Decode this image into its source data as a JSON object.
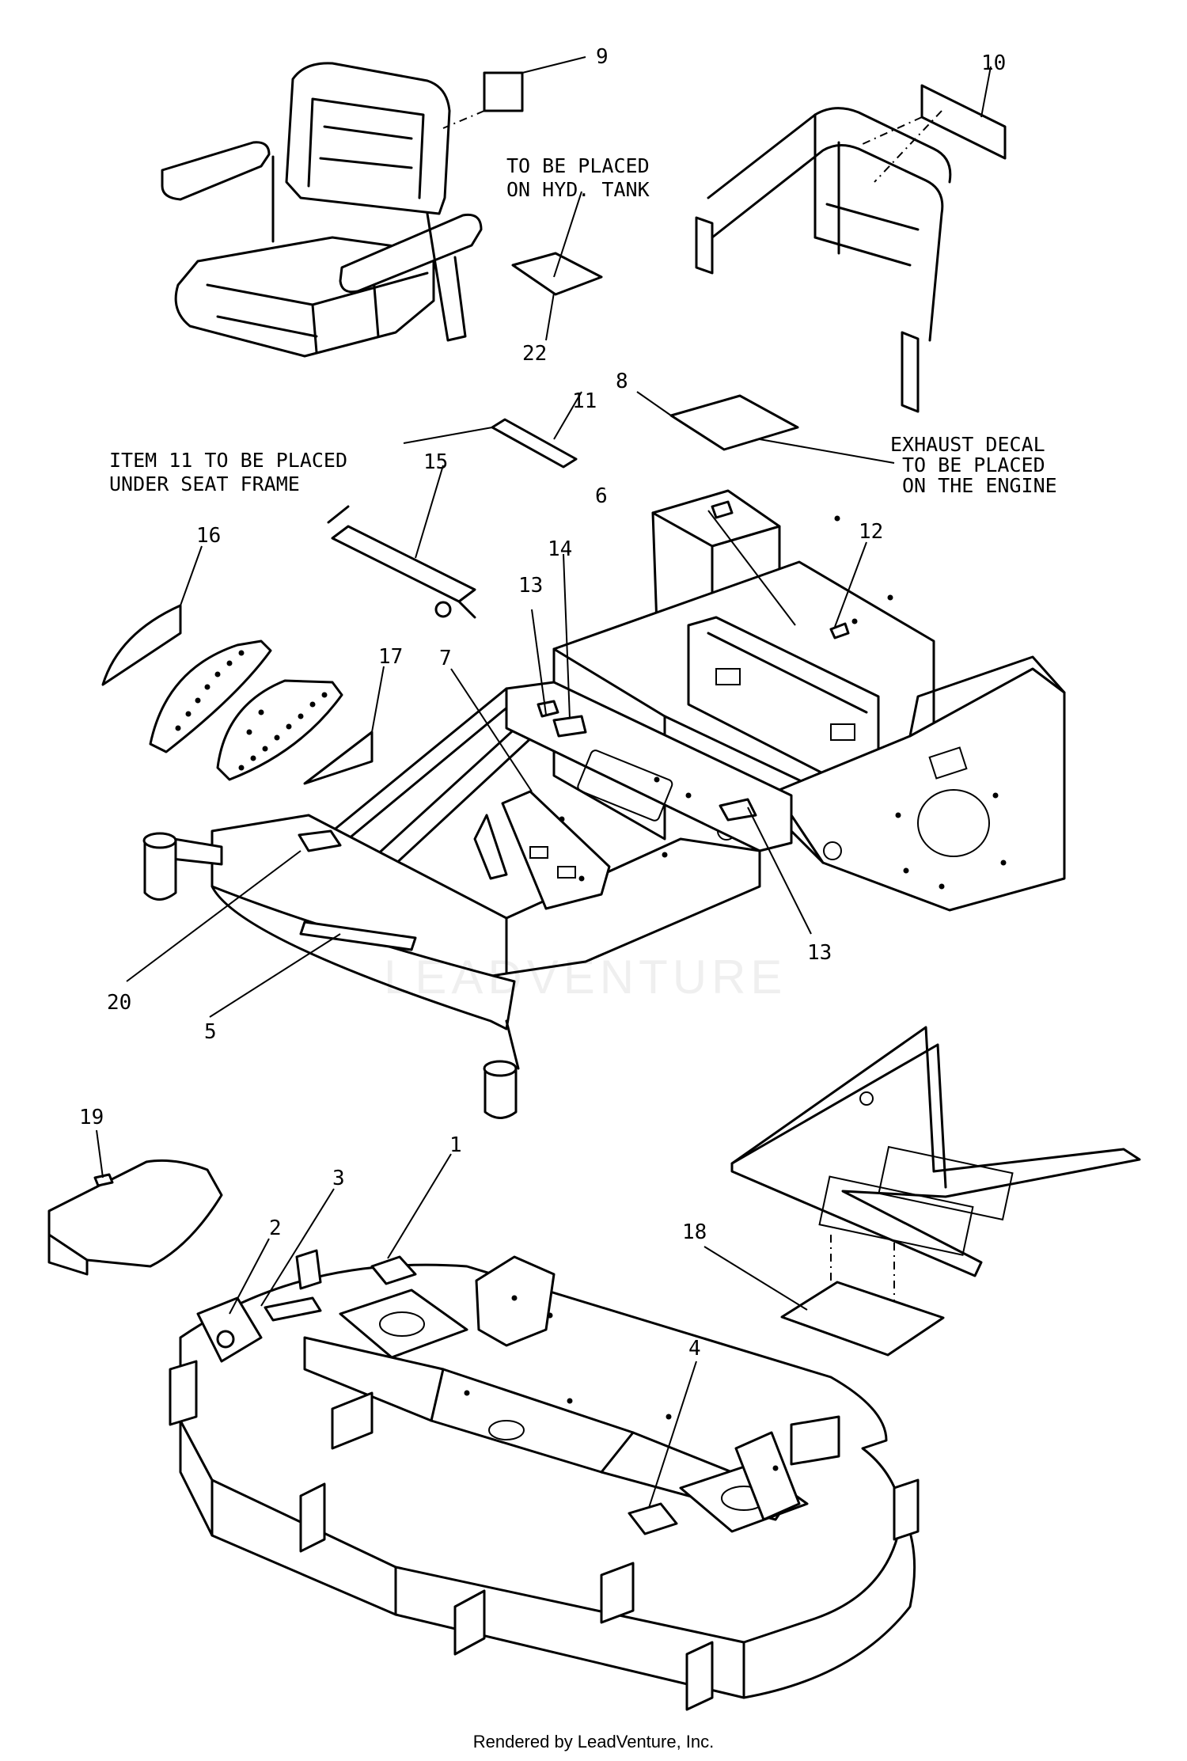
{
  "callouts": [
    "9",
    "10",
    "22",
    "11",
    "8",
    "15",
    "6",
    "12",
    "16",
    "13",
    "14",
    "17",
    "7",
    "13",
    "20",
    "5",
    "19",
    "1",
    "3",
    "2",
    "18",
    "4"
  ],
  "notes": {
    "hyd_tank_line1": "TO BE PLACED",
    "hyd_tank_line2": "ON HYD. TANK",
    "item11_line1": "ITEM 11 TO BE PLACED",
    "item11_line2": "UNDER SEAT FRAME",
    "exhaust_line1": "EXHAUST DECAL",
    "exhaust_line2": "TO BE PLACED",
    "exhaust_line3": "ON THE ENGINE"
  },
  "watermark": "LEADVENTURE",
  "footer": "Rendered by LeadVenture, Inc."
}
